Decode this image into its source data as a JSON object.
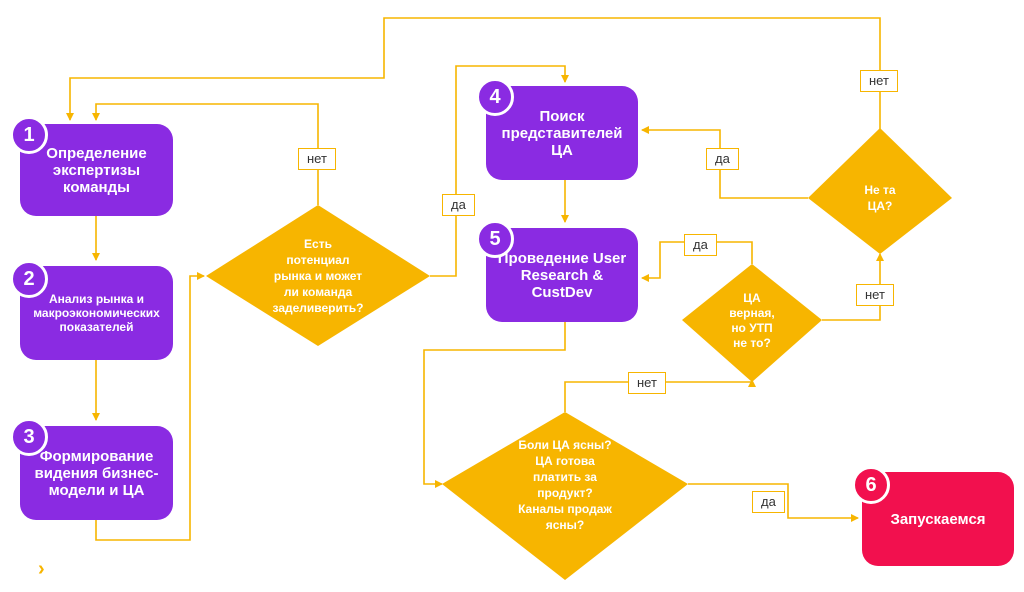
{
  "colors": {
    "accent": "#f7b500",
    "process": "#8a2be2",
    "final": "#f2104e"
  },
  "steps": [
    {
      "number": "1",
      "label": "Определение экспертизы команды"
    },
    {
      "number": "2",
      "label": "Анализ рынка и макроэкономических показателей"
    },
    {
      "number": "3",
      "label": "Формирование видения бизнес-модели и ЦА"
    },
    {
      "number": "4",
      "label": "Поиск представителей ЦА"
    },
    {
      "number": "5",
      "label": "Проведение User Research & CustDev"
    },
    {
      "number": "6",
      "label": "Запускаемся"
    }
  ],
  "decisions": {
    "potential": "Есть\nпотенциал\nрынка и может\nли команда\nзаделиверить?",
    "wrong_audience": "Не та\nЦА?",
    "usp": "ЦА\nверная,\nно УТП\nне то?",
    "clear": "Боли ЦА ясны?\nЦА готова\nплатить за\nпродукт?\nКаналы продаж\nясны?"
  },
  "edge_labels": {
    "no_potential": "нет",
    "yes_potential": "да",
    "yes_wrong_audience": "да",
    "no_wrong_audience": "нет",
    "yes_usp": "да",
    "no_usp": "нет",
    "no_clear": "нет",
    "yes_clear": "да"
  },
  "footer_chevron": "›"
}
